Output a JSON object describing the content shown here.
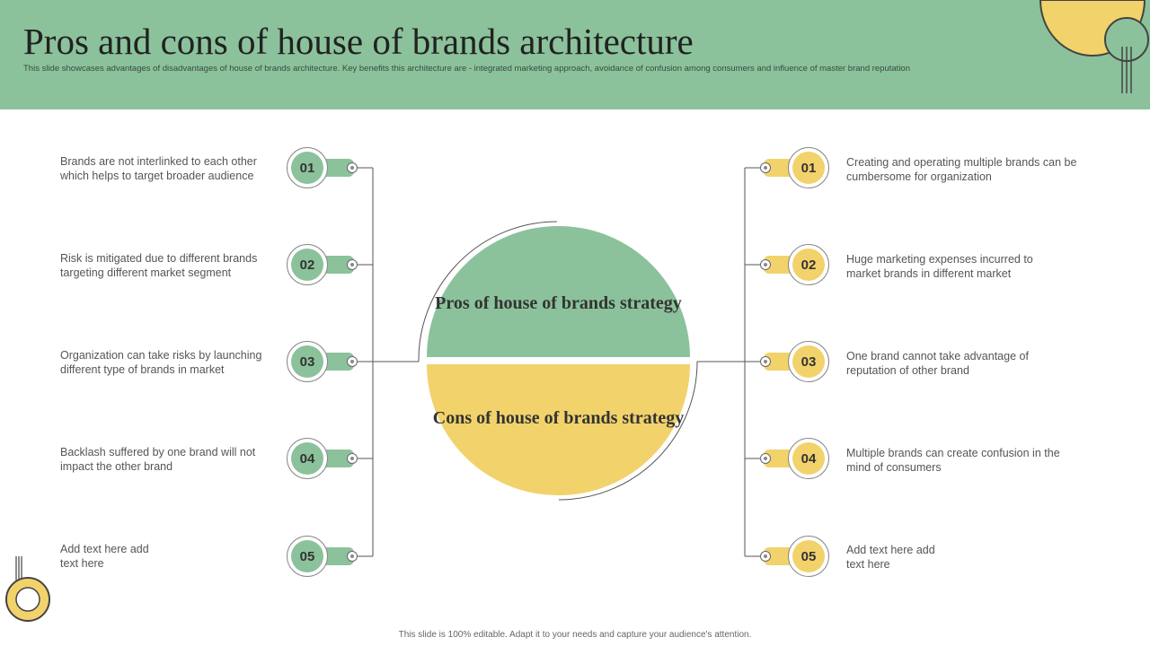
{
  "slide": {
    "title": "Pros and cons of house of brands architecture",
    "subtitle": "This slide showcases advantages of disadvantages of house of brands architecture. Key benefits this architecture are - integrated marketing approach, avoidance of confusion among consumers and influence of master brand reputation",
    "footer": "This slide is 100% editable. Adapt it to your needs and capture your audience's attention."
  },
  "center": {
    "pros_title": "Pros of house of brands strategy",
    "cons_title": "Cons of house of brands strategy"
  },
  "pros": [
    {
      "number": "01",
      "text": "Brands are not interlinked to each other which helps to target broader audience"
    },
    {
      "number": "02",
      "text": "Risk is mitigated due to different brands targeting different market segment"
    },
    {
      "number": "03",
      "text": "Organization can take risks by launching different type of brands in market"
    },
    {
      "number": "04",
      "text": "Backlash suffered by one brand will not impact the other brand"
    },
    {
      "number": "05",
      "text": "Add text here add text here"
    }
  ],
  "cons": [
    {
      "number": "01",
      "text": "Creating and operating multiple brands can be cumbersome for organization"
    },
    {
      "number": "02",
      "text": "Huge marketing expenses incurred to market brands in different market"
    },
    {
      "number": "03",
      "text": "One brand cannot take advantage of reputation of other brand"
    },
    {
      "number": "04",
      "text": "Multiple brands can create confusion in the mind of consumers"
    },
    {
      "number": "05",
      "text": "Add text here add text here"
    }
  ],
  "colors": {
    "green": "#8bc29b",
    "yellow": "#f2d26b",
    "header": "#8bc29b"
  }
}
